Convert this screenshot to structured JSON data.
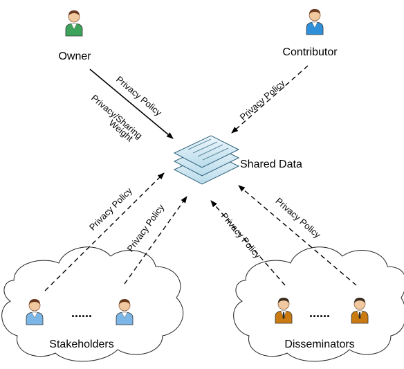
{
  "nodes": {
    "owner": "Owner",
    "contributor": "Contributor",
    "shared_data": "Shared Data",
    "stakeholders": "Stakeholders",
    "disseminators": "Disseminators"
  },
  "edges": {
    "owner_policy": "Privacy Policy",
    "owner_weight_line1": "Privacy/Sharing",
    "owner_weight_line2": "Weight",
    "contributor_policy": "Privacy Policy",
    "stakeholder_policy_1": "Privacy Policy",
    "stakeholder_policy_2": "Privacy Policy",
    "disseminator_policy_1": "Privacy Policy",
    "disseminator_policy_2": "Privacy Policy"
  },
  "ellipsis": {
    "stakeholders": "......",
    "disseminators": "......"
  },
  "colors": {
    "owner_shirt": "#3ea35a",
    "contributor_shirt": "#2f8fd8",
    "stakeholder_shirt": "#7bb6e6",
    "disseminator_jacket": "#c97a10",
    "document": "#c9e3f0"
  }
}
